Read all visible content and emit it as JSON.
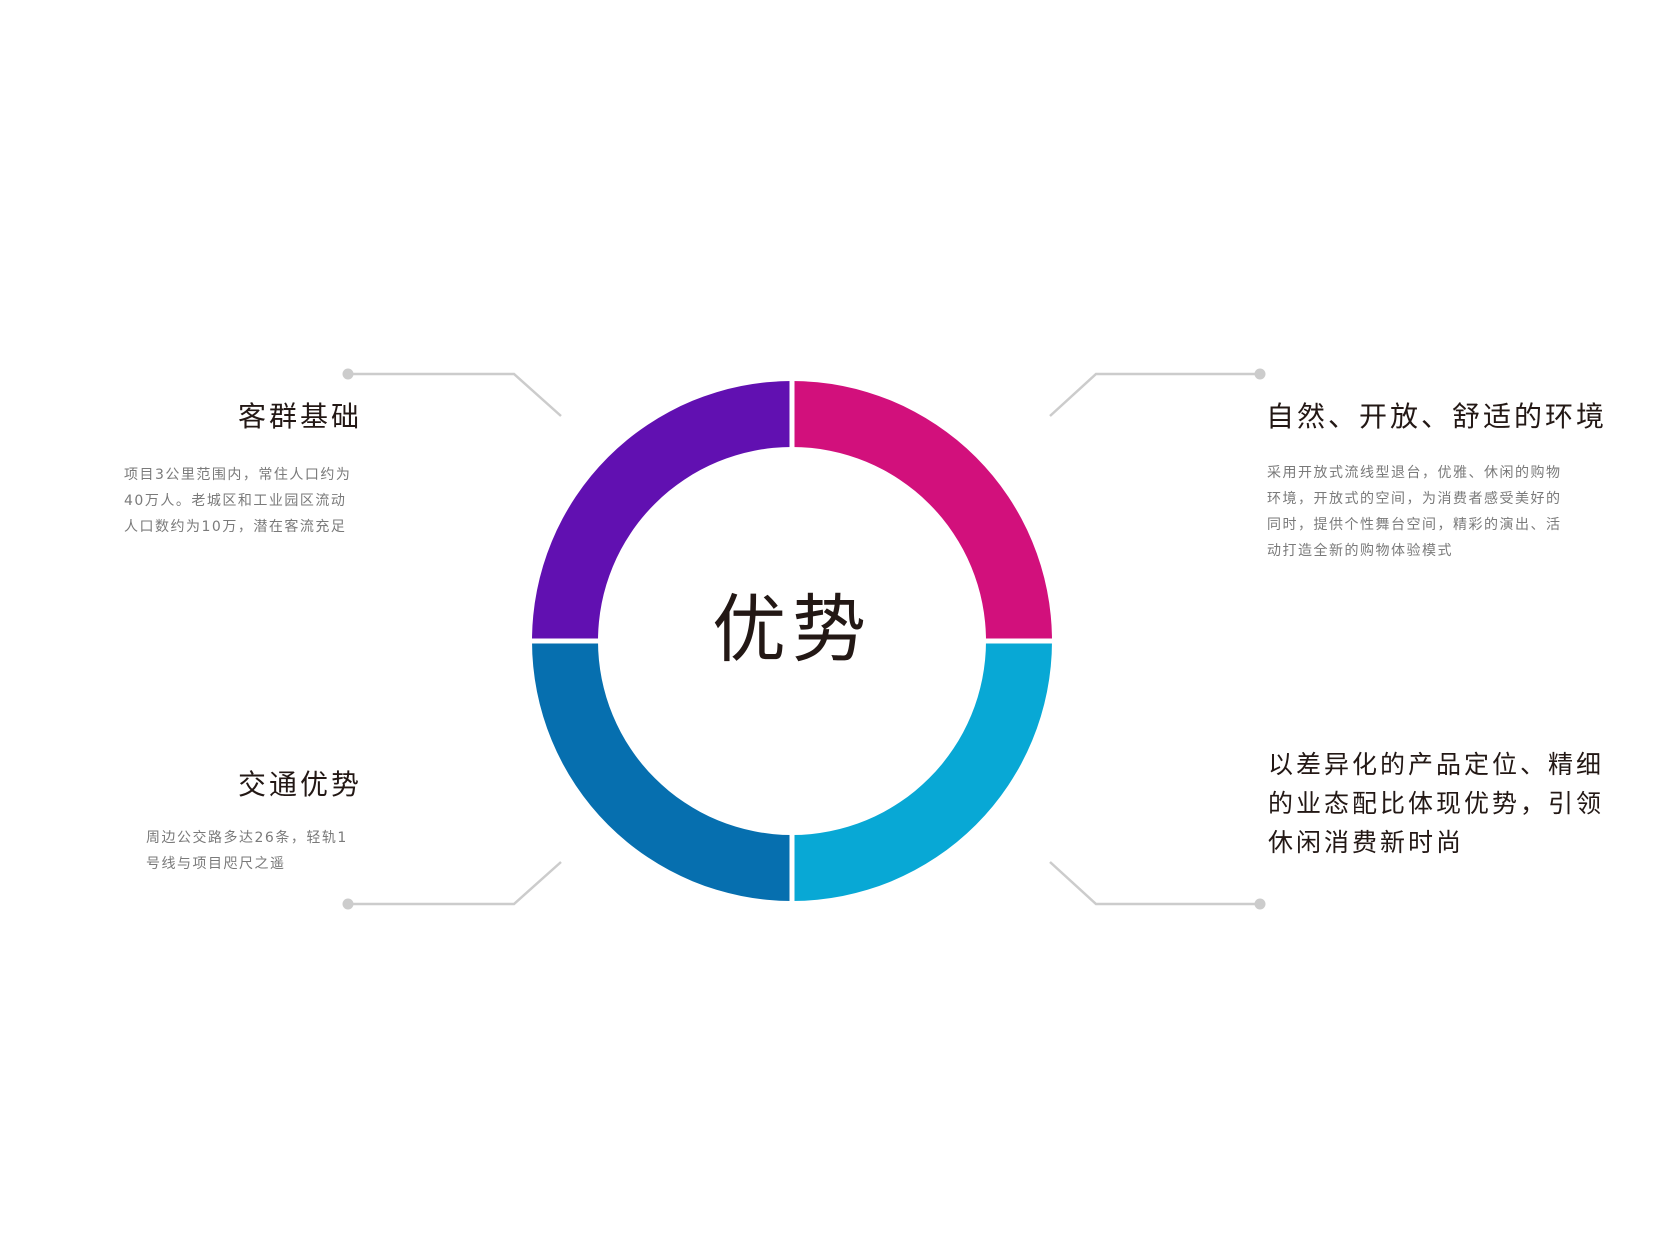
{
  "center": {
    "label": "优势"
  },
  "colors": {
    "top_left": "#6110b1",
    "top_right": "#d2107c",
    "bottom_left": "#066faf",
    "bottom_right": "#08a8d5",
    "connector": "#cccccc",
    "title_text": "#231815",
    "body_text": "#7a7a7a"
  },
  "sections": {
    "top_left": {
      "title": "客群基础",
      "lines": [
        "项目3公里范围内，常住人口约为",
        "40万人。老城区和工业园区流动",
        "人口数约为10万，潜在客流充足"
      ]
    },
    "top_right": {
      "title": "自然、开放、舒适的环境",
      "lines": [
        "采用开放式流线型退台，优雅、休闲的购物",
        "环境，开放式的空间，为消费者感受美好的",
        "同时，提供个性舞台空间，精彩的演出、活",
        "动打造全新的购物体验模式"
      ]
    },
    "bottom_left": {
      "title": "交通优势",
      "lines": [
        "周边公交路多达26条，轻轨1",
        "号线与项目咫尺之遥"
      ]
    },
    "bottom_right": {
      "lines": [
        "以差异化的产品定位、精细",
        "的业态配比体现优势，引领",
        "休闲消费新时尚"
      ]
    }
  }
}
